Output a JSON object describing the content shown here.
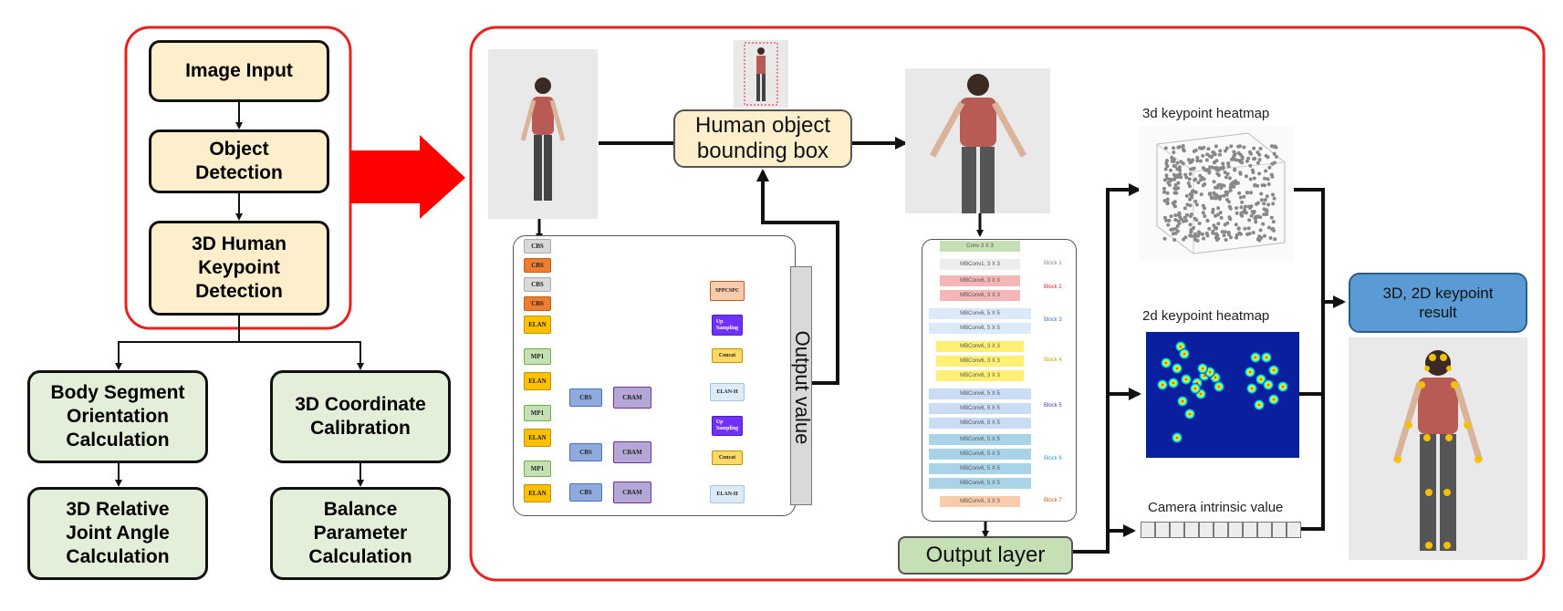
{
  "left_flow": {
    "image_input": "Image Input",
    "object_detection": "Object\nDetection",
    "keypoint_detection": "3D Human\nKeypoint\nDetection",
    "body_segment": "Body Segment\nOrientation\nCalculation",
    "coord_calibration": "3D Coordinate\nCalibration",
    "joint_angle": "3D Relative\nJoint Angle\nCalculation",
    "balance": "Balance\nParameter\nCalculation"
  },
  "detail": {
    "bbox_label": "Human object\nbounding box",
    "output_value": "Output value",
    "output_layer": "Output layer",
    "heatmap_3d": "3d keypoint heatmap",
    "heatmap_2d": "2d keypoint heatmap",
    "camera_intrinsic": "Camera intrinsic value",
    "result_label": "3D, 2D keypoint\nresult"
  },
  "yolo": {
    "backbone": [
      "CBS",
      "CBS",
      "CBS",
      "CBS",
      "ELAN",
      "MP1",
      "ELAN",
      "MP1",
      "ELAN",
      "MP1",
      "ELAN"
    ],
    "cbs": "CBS",
    "cbam": "CBAM",
    "sppcspc": "SPPCSPC",
    "upsampling": "Up\nSampling",
    "concat": "Concat",
    "elan_h": "ELAN-H"
  },
  "effnet": {
    "layers": [
      "Conv 3 X 3",
      "MBConv1, 3 X 3",
      "MBConv6, 3 X 3",
      "MBConv6, 3 X 3",
      "MBConv6, 5 X 5",
      "MBConv6, 5 X 5",
      "MBConv6, 3 X 3",
      "MBConv6, 3 X 3",
      "MBConv6, 3 X 3",
      "MBConv6, 5 X 5",
      "MBConv6, 5 X 5",
      "MBConv6, 5 X 5",
      "MBConv6, 5 X 5",
      "MBConv6, 5 X 5",
      "MBConv6, 5 X 5",
      "MBConv6, 5 X 5",
      "MBConv6, 3 X 3"
    ],
    "blocks": [
      "Block 1",
      "Block 2",
      "Block 3",
      "Block 4",
      "Block 5",
      "Block 6",
      "Block 7"
    ]
  },
  "colors": {
    "frame_red": "#e8211f",
    "big_arrow": "#ff0000",
    "flow_yellow": "#fdefcc",
    "flow_green": "#e3efd9",
    "result_blue": "#5b9bd5",
    "heatmap_bg": "#0a1f9e"
  }
}
